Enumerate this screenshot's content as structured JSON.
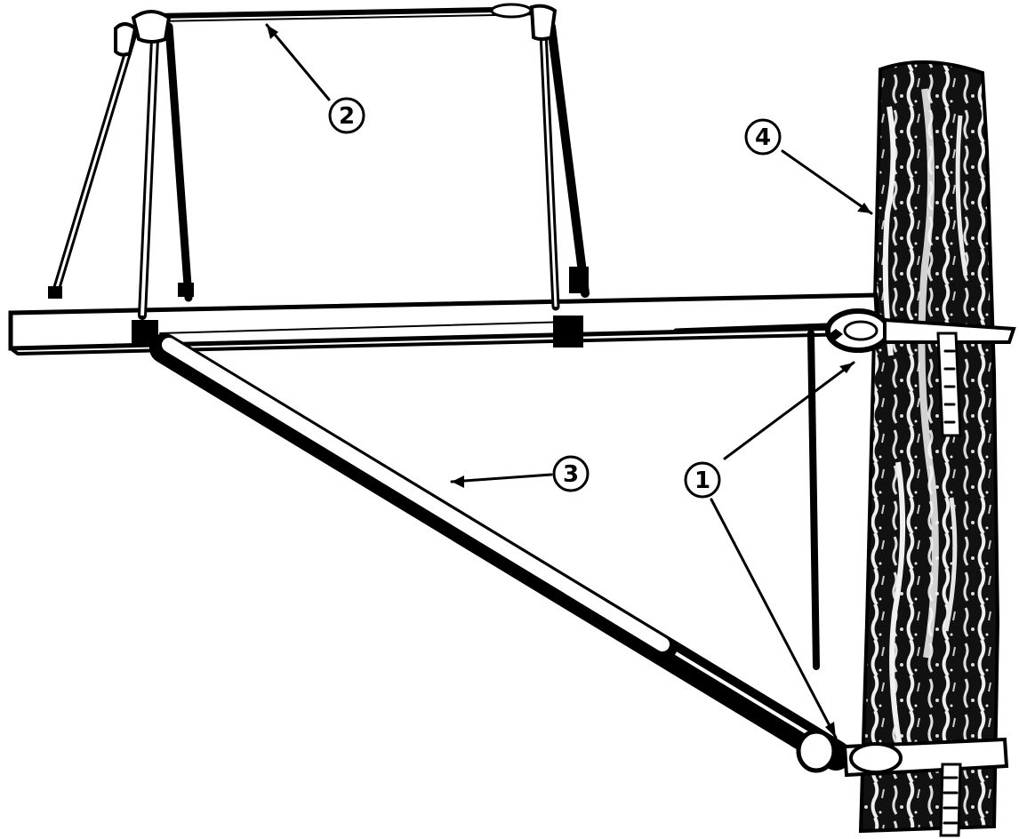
{
  "callouts": [
    {
      "id": "callout-1",
      "label": "1"
    },
    {
      "id": "callout-2",
      "label": "2"
    },
    {
      "id": "callout-3",
      "label": "3"
    },
    {
      "id": "callout-4",
      "label": "4"
    }
  ],
  "colors": {
    "ink": "#000000",
    "paper": "#ffffff",
    "pole_light": "#e8e8e8"
  }
}
